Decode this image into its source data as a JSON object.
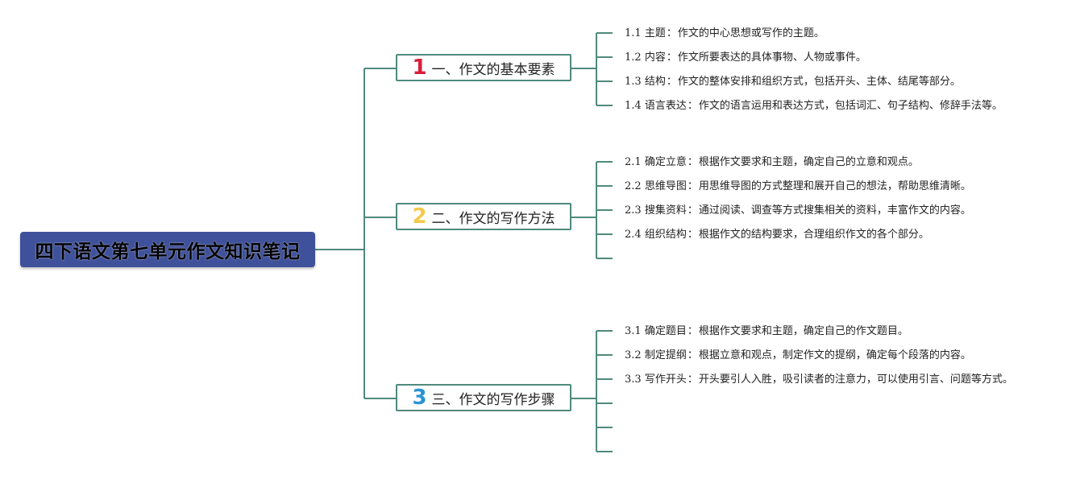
{
  "root": {
    "title": "四下语文第七单元作文知识笔记",
    "fill_color": "#3f519b"
  },
  "line_color": "#4f8a7e",
  "branches": [
    {
      "number": "1",
      "number_color": "#d71f3a",
      "label": "一、作文的基本要素",
      "items": [
        {
          "code": "1.1",
          "term": "主题",
          "desc": "作文的中心思想或写作的主题。"
        },
        {
          "code": "1.2",
          "term": "内容",
          "desc": "作文所要表达的具体事物、人物或事件。"
        },
        {
          "code": "1.3",
          "term": "结构",
          "desc": "作文的整体安排和组织方式，包括开头、主体、结尾等部分。"
        },
        {
          "code": "1.4",
          "term": "语言表达",
          "desc": "作文的语言运用和表达方式，包括词汇、句子结构、修辞手法等。"
        }
      ],
      "empty_slots": 0
    },
    {
      "number": "2",
      "number_color": "#f2c94c",
      "label": "二、作文的写作方法",
      "items": [
        {
          "code": "2.1",
          "term": "确定立意",
          "desc": "根据作文要求和主题，确定自己的立意和观点。"
        },
        {
          "code": "2.2",
          "term": "思维导图",
          "desc": "用思维导图的方式整理和展开自己的想法，帮助思维清晰。"
        },
        {
          "code": "2.3",
          "term": "搜集资料",
          "desc": "通过阅读、调查等方式搜集相关的资料，丰富作文的内容。"
        },
        {
          "code": "2.4",
          "term": "组织结构",
          "desc": "根据作文的结构要求，合理组织作文的各个部分。"
        }
      ],
      "empty_slots": 1
    },
    {
      "number": "3",
      "number_color": "#2a93d5",
      "label": "三、作文的写作步骤",
      "items": [
        {
          "code": "3.1",
          "term": "确定题目",
          "desc": "根据作文要求和主题，确定自己的作文题目。"
        },
        {
          "code": "3.2",
          "term": "制定提纲",
          "desc": "根据立意和观点，制定作文的提纲，确定每个段落的内容。"
        },
        {
          "code": "3.3",
          "term": "写作开头",
          "desc": "开头要引人入胜，吸引读者的注意力，可以使用引言、问题等方式。"
        }
      ],
      "empty_slots": 3
    }
  ]
}
